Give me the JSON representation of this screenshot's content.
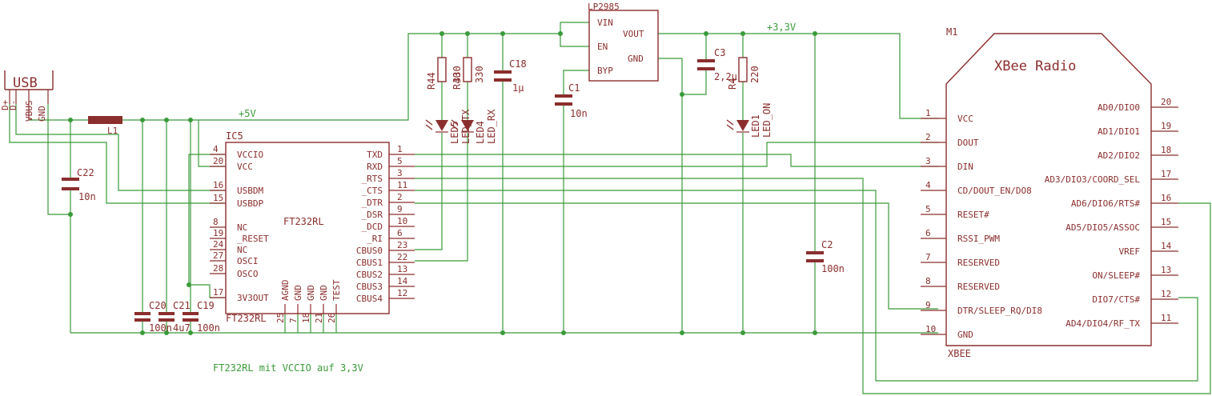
{
  "usb": {
    "title": "USB",
    "pins": [
      "D+",
      "D-",
      "VBUS",
      "GND"
    ]
  },
  "inductor": {
    "name": "L1"
  },
  "net_5v": "+5V",
  "net_3v3": "+3,3V",
  "ic5": {
    "ref": "IC5",
    "value": "FT232RL",
    "part": "FT232RL",
    "left": [
      {
        "num": "4",
        "name": "VCCIO"
      },
      {
        "num": "20",
        "name": "VCC"
      },
      {
        "num": "16",
        "name": "USBDM"
      },
      {
        "num": "15",
        "name": "USBDP"
      },
      {
        "num": "8",
        "name": "NC"
      },
      {
        "num": "19",
        "name": "_RESET"
      },
      {
        "num": "24",
        "name": "NC"
      },
      {
        "num": "27",
        "name": "OSCI"
      },
      {
        "num": "28",
        "name": "OSCO"
      },
      {
        "num": "17",
        "name": "3V3OUT"
      }
    ],
    "right": [
      {
        "num": "1",
        "name": "TXD"
      },
      {
        "num": "5",
        "name": "RXD"
      },
      {
        "num": "3",
        "name": "_RTS"
      },
      {
        "num": "11",
        "name": "_CTS"
      },
      {
        "num": "2",
        "name": "_DTR"
      },
      {
        "num": "9",
        "name": "_DSR"
      },
      {
        "num": "10",
        "name": "_DCD"
      },
      {
        "num": "6",
        "name": "_RI"
      },
      {
        "num": "23",
        "name": "CBUS0"
      },
      {
        "num": "22",
        "name": "CBUS1"
      },
      {
        "num": "13",
        "name": "CBUS2"
      },
      {
        "num": "14",
        "name": "CBUS3"
      },
      {
        "num": "12",
        "name": "CBUS4"
      }
    ],
    "bottom": [
      {
        "num": "25",
        "name": "AGND"
      },
      {
        "num": "7",
        "name": "GND"
      },
      {
        "num": "18",
        "name": "GND"
      },
      {
        "num": "21",
        "name": "GND"
      },
      {
        "num": "26",
        "name": "TEST"
      }
    ]
  },
  "regulator": {
    "ref": "LP2985",
    "pins": [
      "VIN",
      "EN",
      "BYP",
      "VOUT",
      "GND"
    ]
  },
  "capacitors": {
    "c18": {
      "ref": "C18",
      "value": "1µ"
    },
    "c1": {
      "ref": "C1",
      "value": "10n"
    },
    "c3": {
      "ref": "C3",
      "value": "2,2µ"
    },
    "c22": {
      "ref": "C22",
      "value": "10n"
    },
    "c2": {
      "ref": "C2",
      "value": "100n"
    },
    "c20": {
      "ref": "C20",
      "value": "100n"
    },
    "c21": {
      "ref": "C21",
      "value": "4u7"
    },
    "c19": {
      "ref": "C19",
      "value": "100n"
    }
  },
  "resistors": {
    "r44": {
      "ref": "R44",
      "value": "330"
    },
    "r40": {
      "ref": "R40",
      "value": "330"
    },
    "r4": {
      "ref": "R4",
      "value": "220"
    }
  },
  "leds": {
    "led5": {
      "ref": "LED5",
      "label": "LED_TX"
    },
    "led4": {
      "ref": "LED4",
      "label": "LED_RX"
    },
    "led1": {
      "ref": "LED1",
      "label": "LED_ON"
    }
  },
  "xbee": {
    "ref": "M1",
    "title": "XBee Radio",
    "value": "XBEE",
    "left": [
      {
        "num": "1",
        "name": "VCC"
      },
      {
        "num": "2",
        "name": "DOUT"
      },
      {
        "num": "3",
        "name": "DIN"
      },
      {
        "num": "4",
        "name": "CD/DOUT_EN/DO8"
      },
      {
        "num": "5",
        "name": "RESET#"
      },
      {
        "num": "6",
        "name": "RSSI_PWM"
      },
      {
        "num": "7",
        "name": "RESERVED"
      },
      {
        "num": "8",
        "name": "RESERVED"
      },
      {
        "num": "9",
        "name": "DTR/SLEEP_RQ/DI8"
      },
      {
        "num": "10",
        "name": "GND"
      }
    ],
    "right": [
      {
        "num": "20",
        "name": "AD0/DIO0"
      },
      {
        "num": "19",
        "name": "AD1/DIO1"
      },
      {
        "num": "18",
        "name": "AD2/DIO2"
      },
      {
        "num": "17",
        "name": "AD3/DIO3/COORD_SEL"
      },
      {
        "num": "16",
        "name": "AD6/DIO6/RTS#"
      },
      {
        "num": "15",
        "name": "AD5/DIO5/ASSOC"
      },
      {
        "num": "14",
        "name": "VREF"
      },
      {
        "num": "13",
        "name": "ON/SLEEP#"
      },
      {
        "num": "12",
        "name": "DIO7/CTS#"
      },
      {
        "num": "11",
        "name": "AD4/DIO4/RF_TX"
      }
    ]
  },
  "note": "FT232RL mit VCCIO auf 3,3V"
}
